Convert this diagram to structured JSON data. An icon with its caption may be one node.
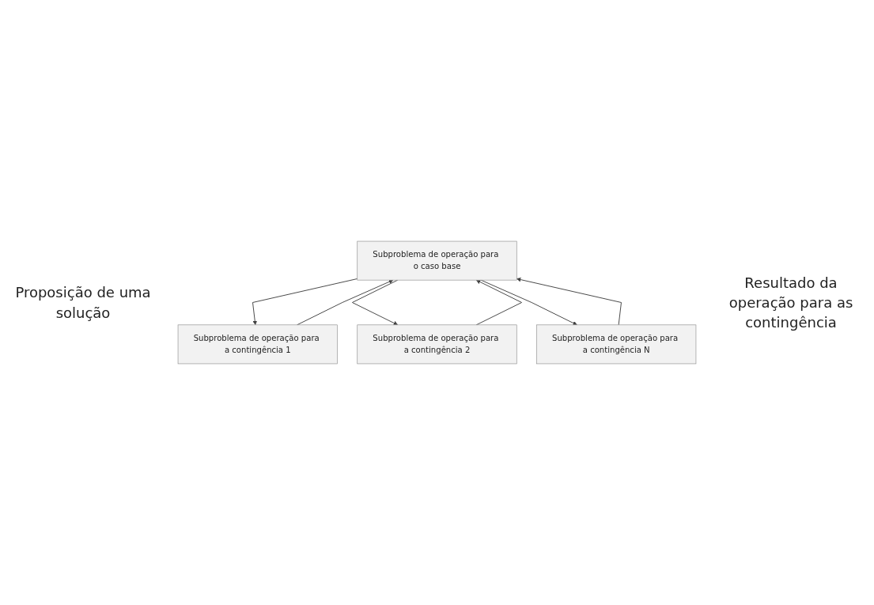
{
  "diagram": {
    "nodes": [
      {
        "text": [
          "Subproblema de operação para o caso base"
        ]
      },
      {
        "text": [
          "Subproblema de operação para a contingência 1"
        ]
      },
      {
        "text": [
          "Subproblema de operação para a contingência 2"
        ]
      },
      {
        "text": [
          "Subproblema de operação para a contingência N"
        ]
      }
    ],
    "edges": [
      {
        "from": 0,
        "to": 1,
        "arrow": "to"
      },
      {
        "from": 0,
        "to": 2,
        "arrow": "to"
      },
      {
        "from": 0,
        "to": 3,
        "arrow": "to"
      },
      {
        "from": 1,
        "to": 0,
        "arrow": "to"
      },
      {
        "from": 2,
        "to": 0,
        "arrow": "to"
      },
      {
        "from": 3,
        "to": 0,
        "arrow": "to"
      }
    ],
    "labels": [
      "Proposição de uma solução",
      "Resultado da operação para as contingência"
    ]
  }
}
